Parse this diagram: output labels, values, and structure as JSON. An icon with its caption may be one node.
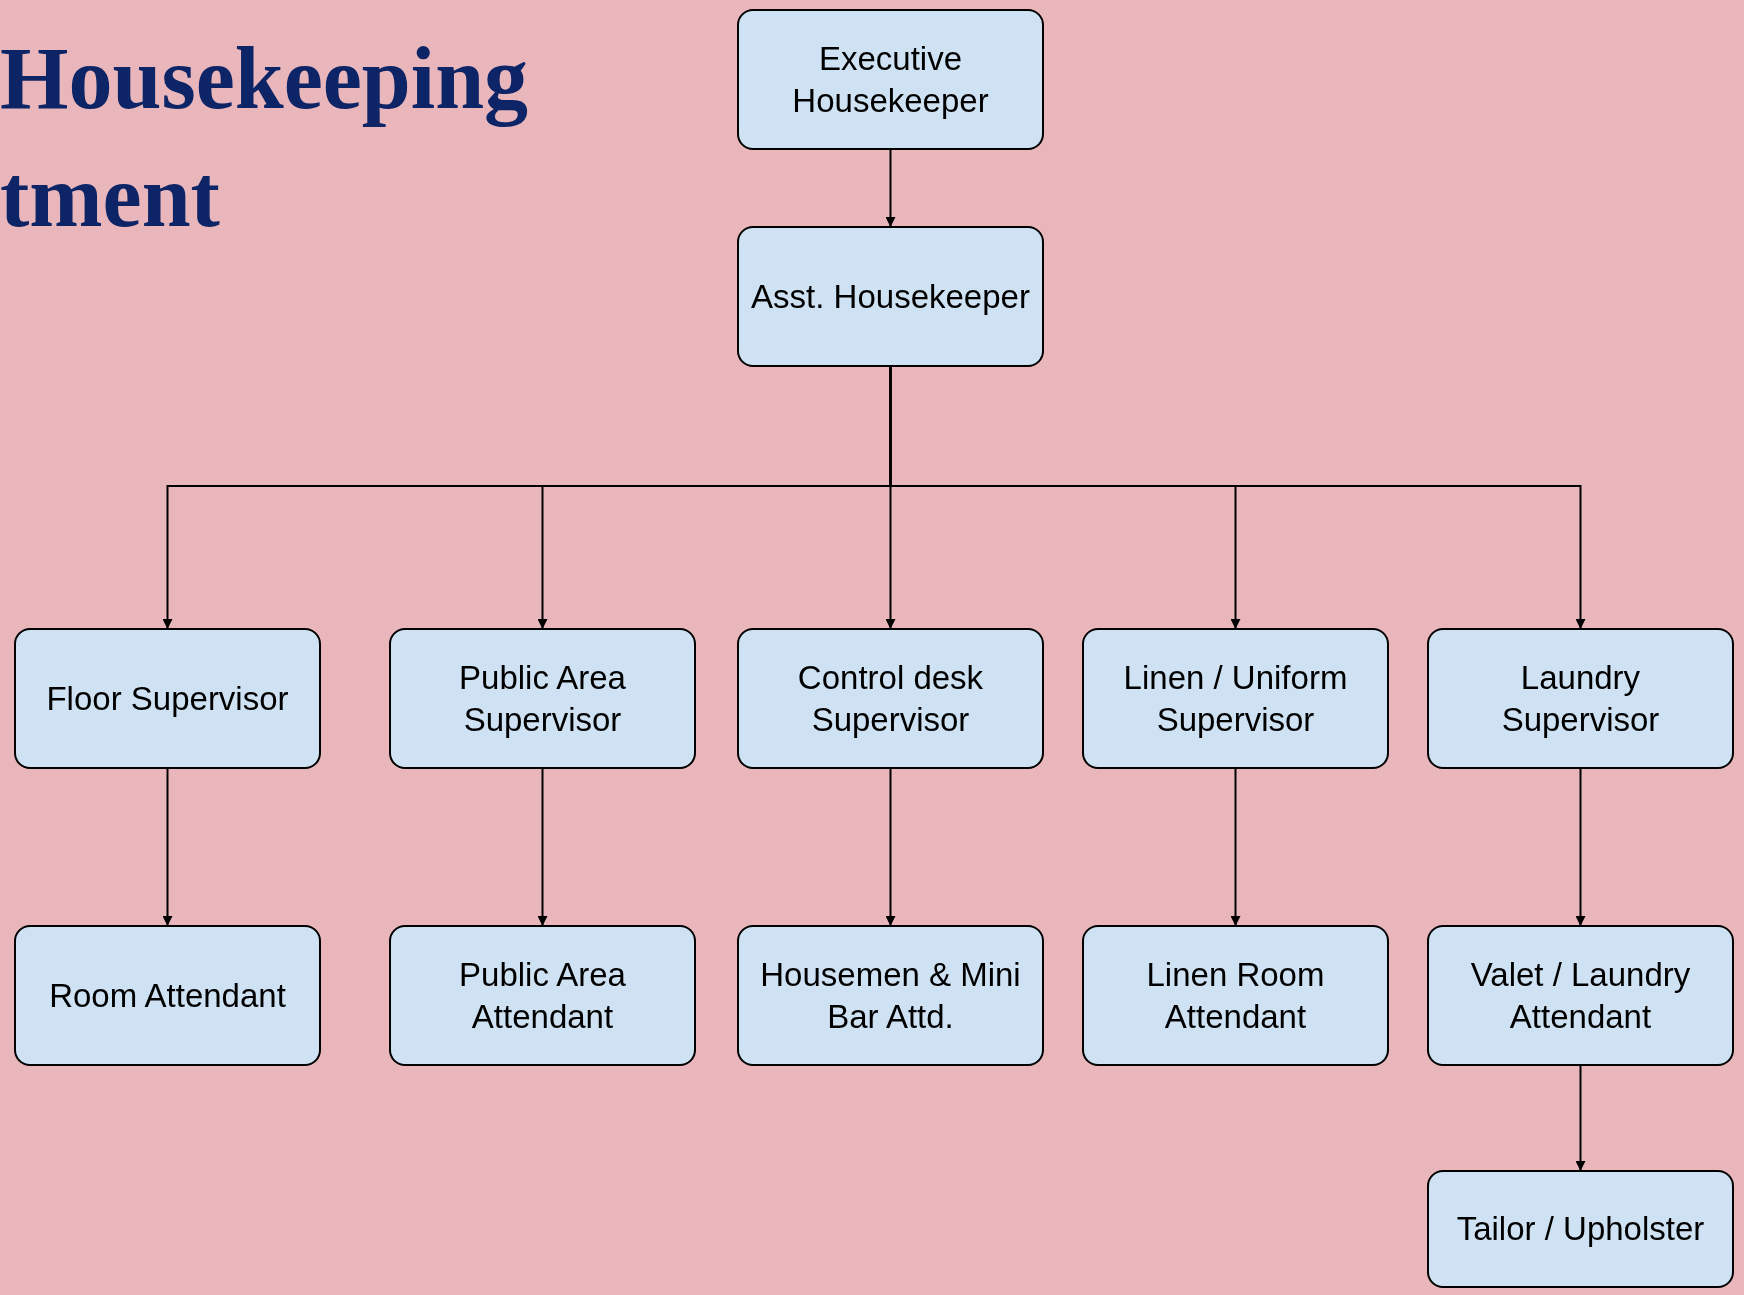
{
  "diagram": {
    "title": "Housekeeping tment",
    "nodes": [
      {
        "text": [
          "Executive Housekeeper"
        ]
      },
      {
        "text": [
          "Asst. Housekeeper"
        ]
      },
      {
        "text": [
          "Floor Supervisor"
        ]
      },
      {
        "text": [
          "Public Area Supervisor"
        ]
      },
      {
        "text": [
          "Control desk Supervisor"
        ]
      },
      {
        "text": [
          "Linen / Uniform Supervisor"
        ]
      },
      {
        "text": [
          "Laundry Supervisor"
        ]
      },
      {
        "text": [
          "Room Attendant"
        ]
      },
      {
        "text": [
          "Public Area Attendant"
        ]
      },
      {
        "text": [
          "Housemen & Mini Bar Attd."
        ]
      },
      {
        "text": [
          "Linen Room Attendant"
        ]
      },
      {
        "text": [
          "Valet / Laundry Attendant"
        ]
      },
      {
        "text": [
          "Tailor / Upholster"
        ]
      }
    ],
    "edges": [
      {
        "from": 0,
        "to": 1,
        "arrow": "to"
      },
      {
        "from": 1,
        "to": 2,
        "arrow": "to"
      },
      {
        "from": 1,
        "to": 3,
        "arrow": "to"
      },
      {
        "from": 1,
        "to": 4,
        "arrow": "to"
      },
      {
        "from": 1,
        "to": 5,
        "arrow": "to"
      },
      {
        "from": 1,
        "to": 6,
        "arrow": "to"
      },
      {
        "from": 2,
        "to": 7,
        "arrow": "to"
      },
      {
        "from": 3,
        "to": 8,
        "arrow": "to"
      },
      {
        "from": 4,
        "to": 9,
        "arrow": "to"
      },
      {
        "from": 5,
        "to": 10,
        "arrow": "to"
      },
      {
        "from": 6,
        "to": 11,
        "arrow": "to"
      },
      {
        "from": 11,
        "to": 12,
        "arrow": "to"
      }
    ]
  }
}
